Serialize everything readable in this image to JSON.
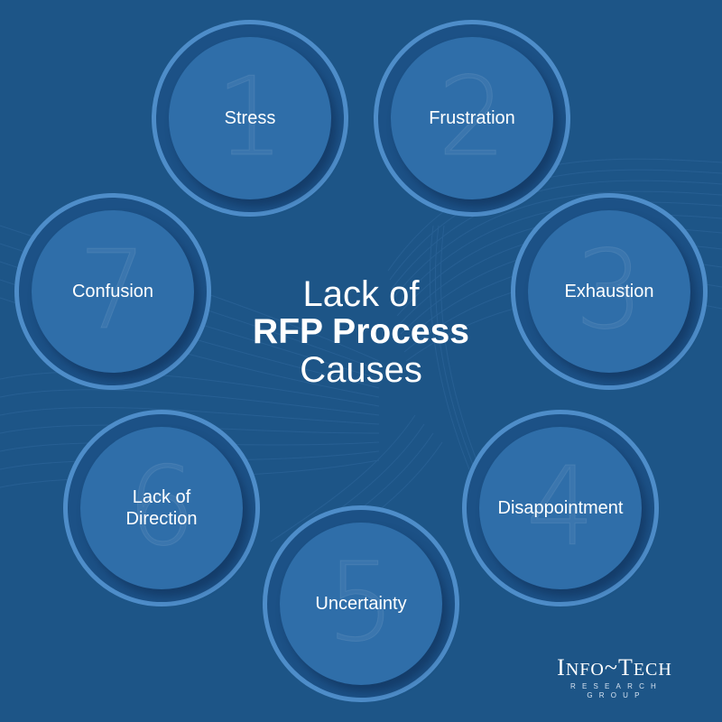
{
  "title": {
    "line1": "Lack of",
    "line2": "RFP Process",
    "line3": "Causes"
  },
  "causes": [
    {
      "number": "1",
      "label": "Stress"
    },
    {
      "number": "2",
      "label": "Frustration"
    },
    {
      "number": "3",
      "label": "Exhaustion"
    },
    {
      "number": "4",
      "label": "Disappointment"
    },
    {
      "number": "5",
      "label": "Uncertainty"
    },
    {
      "number": "6",
      "label": "Lack of\nDirection"
    },
    {
      "number": "7",
      "label": "Confusion"
    }
  ],
  "logo": {
    "name_i": "I",
    "name_nfo": "NFO",
    "name_tilde": "~",
    "name_t": "T",
    "name_ech": "ECH",
    "subtitle": "RESEARCH GROUP"
  },
  "colors": {
    "background": "#1d5587",
    "ring": "#4e8dc9",
    "disc": "#2f6ea9",
    "gap": "#1c5186",
    "text": "#ffffff"
  }
}
